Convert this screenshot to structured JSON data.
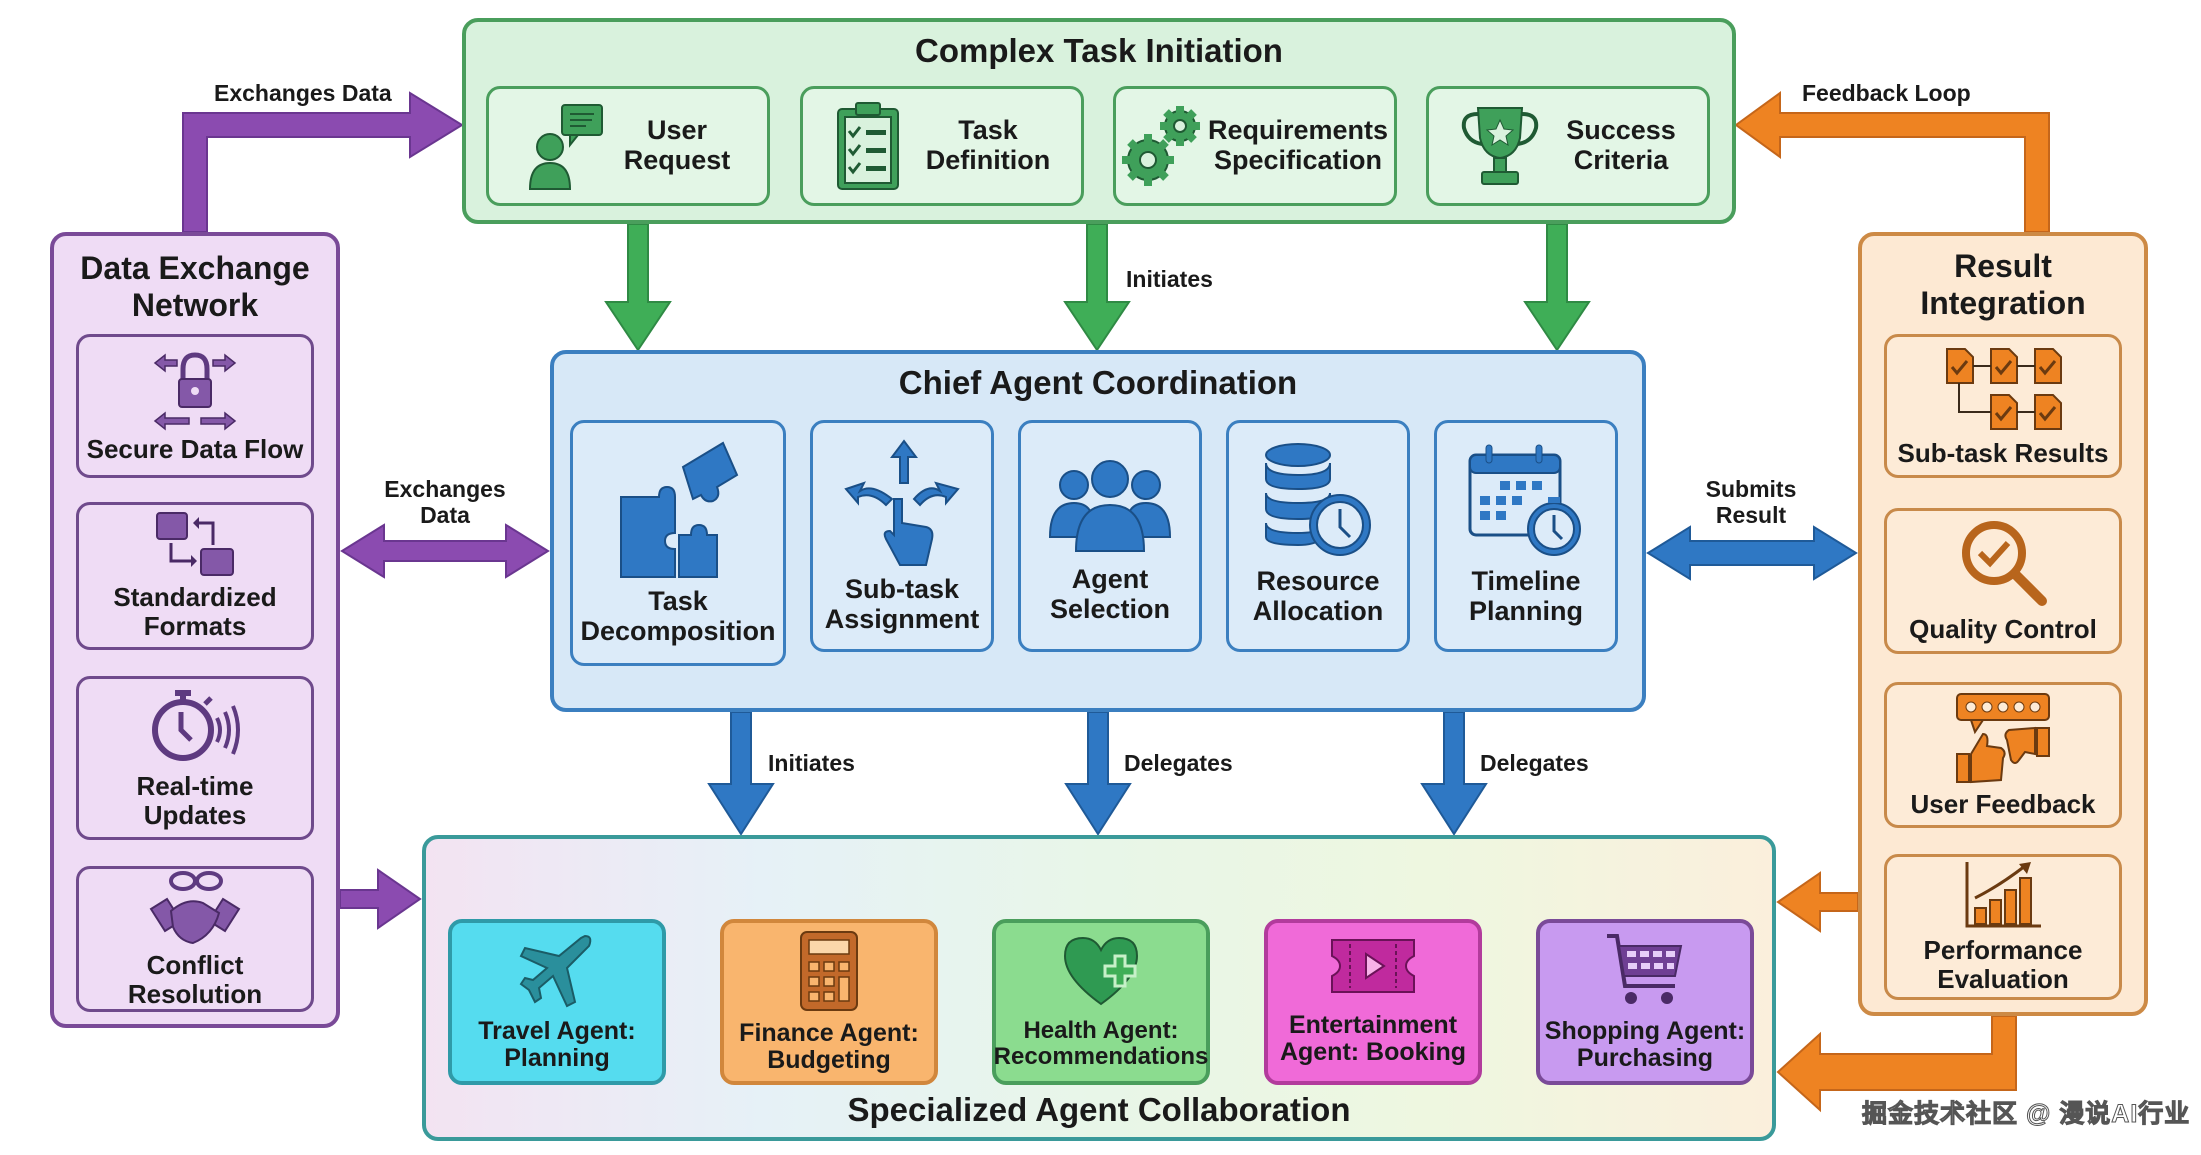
{
  "colors": {
    "green": "#4a9e5c",
    "green_arrow": "#3fae57",
    "blue": "#2f78c4",
    "purple": "#8b4bb0",
    "orange": "#ee8322",
    "teal": "#3a9a9a"
  },
  "top_panel": {
    "title": "Complex Task Initiation",
    "items": [
      {
        "label_line1": "User",
        "label_line2": "Request",
        "icon": "user-request-icon"
      },
      {
        "label_line1": "Task",
        "label_line2": "Definition",
        "icon": "clipboard-checklist-icon"
      },
      {
        "label_line1": "Requirements",
        "label_line2": "Specification",
        "icon": "gears-icon"
      },
      {
        "label_line1": "Success",
        "label_line2": "Criteria",
        "icon": "trophy-icon"
      }
    ]
  },
  "left_panel": {
    "title_line1": "Data Exchange",
    "title_line2": "Network",
    "items": [
      {
        "label_line1": "Secure Data Flow",
        "label_line2": "",
        "icon": "lock-arrows-icon"
      },
      {
        "label_line1": "Standardized",
        "label_line2": "Formats",
        "icon": "format-convert-icon"
      },
      {
        "label_line1": "Real-time",
        "label_line2": "Updates",
        "icon": "stopwatch-signal-icon"
      },
      {
        "label_line1": "Conflict",
        "label_line2": "Resolution",
        "icon": "handshake-icon"
      }
    ]
  },
  "chief_panel": {
    "title": "Chief Agent Coordination",
    "items": [
      {
        "label_line1": "Task",
        "label_line2": "Decomposition",
        "icon": "puzzle-icon"
      },
      {
        "label_line1": "Sub-task",
        "label_line2": "Assignment",
        "icon": "hand-arrows-icon"
      },
      {
        "label_line1": "Agent",
        "label_line2": "Selection",
        "icon": "group-users-icon"
      },
      {
        "label_line1": "Resource",
        "label_line2": "Allocation",
        "icon": "database-clock-icon"
      },
      {
        "label_line1": "Timeline",
        "label_line2": "Planning",
        "icon": "calendar-stopwatch-icon"
      }
    ]
  },
  "right_panel": {
    "title_line1": "Result",
    "title_line2": "Integration",
    "items": [
      {
        "label_line1": "Sub-task Results",
        "label_line2": "",
        "icon": "document-checks-icon"
      },
      {
        "label_line1": "Quality Control",
        "label_line2": "",
        "icon": "magnifier-check-icon"
      },
      {
        "label_line1": "User Feedback",
        "label_line2": "",
        "icon": "thumbs-rating-icon"
      },
      {
        "label_line1": "Performance",
        "label_line2": "Evaluation",
        "icon": "bar-chart-growth-icon"
      }
    ]
  },
  "bottom_panel": {
    "title": "Specialized Agent Collaboration",
    "agents": [
      {
        "label_line1": "Travel Agent:",
        "label_line2": "Planning",
        "icon": "airplane-icon",
        "fill": "#55dcef",
        "border": "#2f9aa8"
      },
      {
        "label_line1": "Finance Agent:",
        "label_line2": "Budgeting",
        "icon": "calculator-icon",
        "fill": "#f9b56e",
        "border": "#d1873c"
      },
      {
        "label_line1": "Health Agent:",
        "label_line2": "Recommendations",
        "icon": "heart-cross-icon",
        "fill": "#8bdc8f",
        "border": "#4a9e5c"
      },
      {
        "label_line1": "Entertainment",
        "label_line2": "Agent: Booking",
        "icon": "ticket-play-icon",
        "fill": "#f06ad8",
        "border": "#b23b9c"
      },
      {
        "label_line1": "Shopping Agent:",
        "label_line2": "Purchasing",
        "icon": "shopping-cart-icon",
        "fill": "#c89af0",
        "border": "#7a4a98"
      }
    ]
  },
  "connectors": {
    "exchanges_data_top": "Exchanges Data",
    "feedback_loop": "Feedback Loop",
    "initiates_top": "Initiates",
    "exchanges_data_mid_line1": "Exchanges",
    "exchanges_data_mid_line2": "Data",
    "submits_result_line1": "Submits",
    "submits_result_line2": "Result",
    "initiates_bottom": "Initiates",
    "delegates_1": "Delegates",
    "delegates_2": "Delegates"
  },
  "watermark": "掘金技术社区 @ 漫说AI行业"
}
